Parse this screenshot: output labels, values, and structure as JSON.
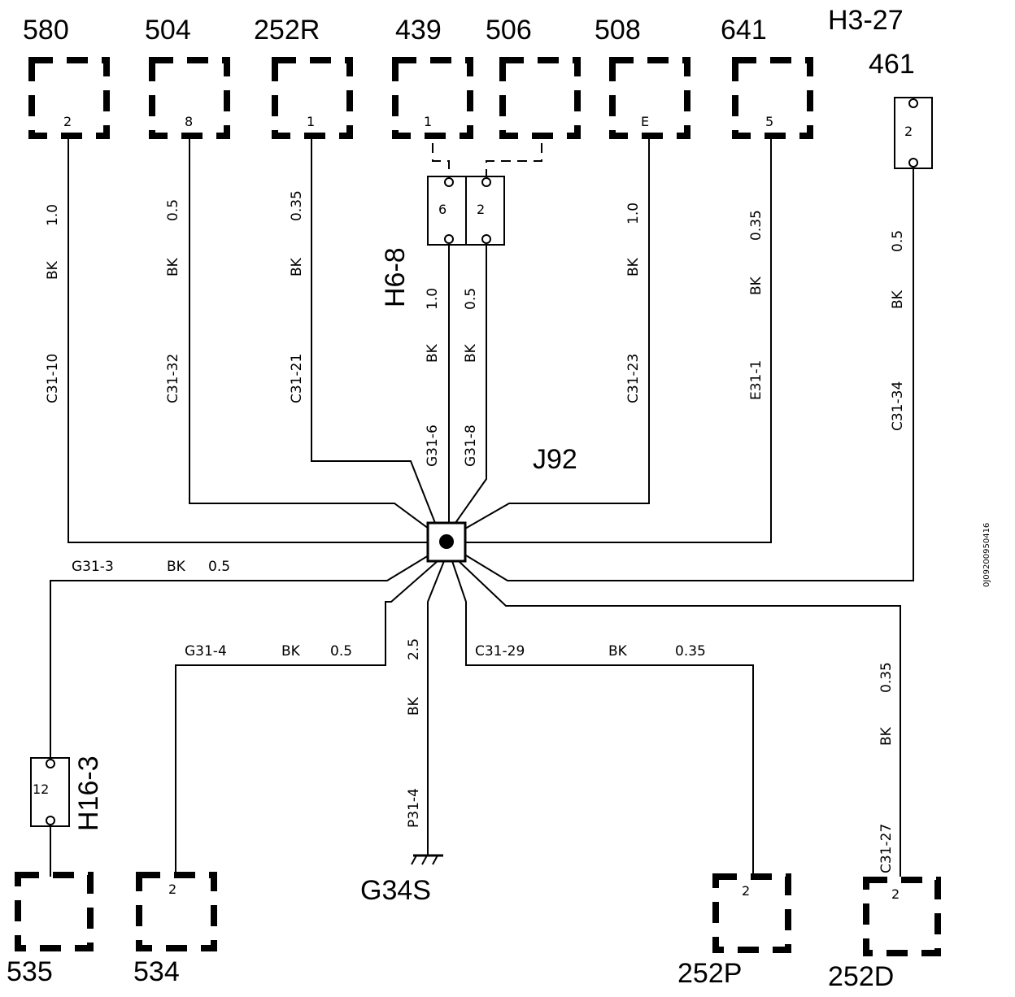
{
  "components": {
    "c580": {
      "name": "580",
      "pin": "2"
    },
    "c504": {
      "name": "504",
      "pin": "8"
    },
    "c252r": {
      "name": "252R",
      "pin": "1"
    },
    "c439": {
      "name": "439",
      "pin": "1"
    },
    "c506": {
      "name": "506"
    },
    "c508": {
      "name": "508",
      "pin": "E"
    },
    "c641": {
      "name": "641",
      "pin": "5"
    },
    "c535": {
      "name": "535"
    },
    "c534": {
      "name": "534",
      "pin": "2"
    },
    "c252p": {
      "name": "252P",
      "pin": "2"
    },
    "c252d": {
      "name": "252D",
      "pin": "2"
    }
  },
  "connectors": {
    "h327": {
      "name": "H3-27",
      "sub": "461",
      "pin": "2"
    },
    "h68": {
      "name": "H6-8",
      "pin_a": "6",
      "pin_b": "2"
    },
    "h163": {
      "name": "H16-3",
      "pin": "12"
    }
  },
  "splice": {
    "name": "J92"
  },
  "ground": {
    "name": "G34S"
  },
  "wires": {
    "w580": {
      "size": "1.0",
      "color": "BK",
      "id": "C31-10"
    },
    "w504": {
      "size": "0.5",
      "color": "BK",
      "id": "C31-32"
    },
    "w252r": {
      "size": "0.35",
      "color": "BK",
      "id": "C31-21"
    },
    "w6": {
      "size": "1.0",
      "color": "BK",
      "id": "G31-6"
    },
    "w8": {
      "size": "0.5",
      "color": "BK",
      "id": "G31-8"
    },
    "w508": {
      "size": "1.0",
      "color": "BK",
      "id": "C31-23"
    },
    "w641": {
      "size": "0.35",
      "color": "BK",
      "id": "E31-1"
    },
    "w461": {
      "size": "0.5",
      "color": "BK",
      "id": "C31-34"
    },
    "w535": {
      "id": "G31-3",
      "color": "BK",
      "size": "0.5"
    },
    "w534": {
      "id": "G31-4",
      "color": "BK",
      "size": "0.5"
    },
    "wg": {
      "size": "2.5",
      "color": "BK",
      "id": "P31-4"
    },
    "w252p": {
      "id": "C31-29",
      "color": "BK",
      "size": "0.35"
    },
    "w252d": {
      "size": "0.35",
      "color": "BK",
      "id": "C31-27"
    }
  },
  "doc_id": "0J09200950416"
}
